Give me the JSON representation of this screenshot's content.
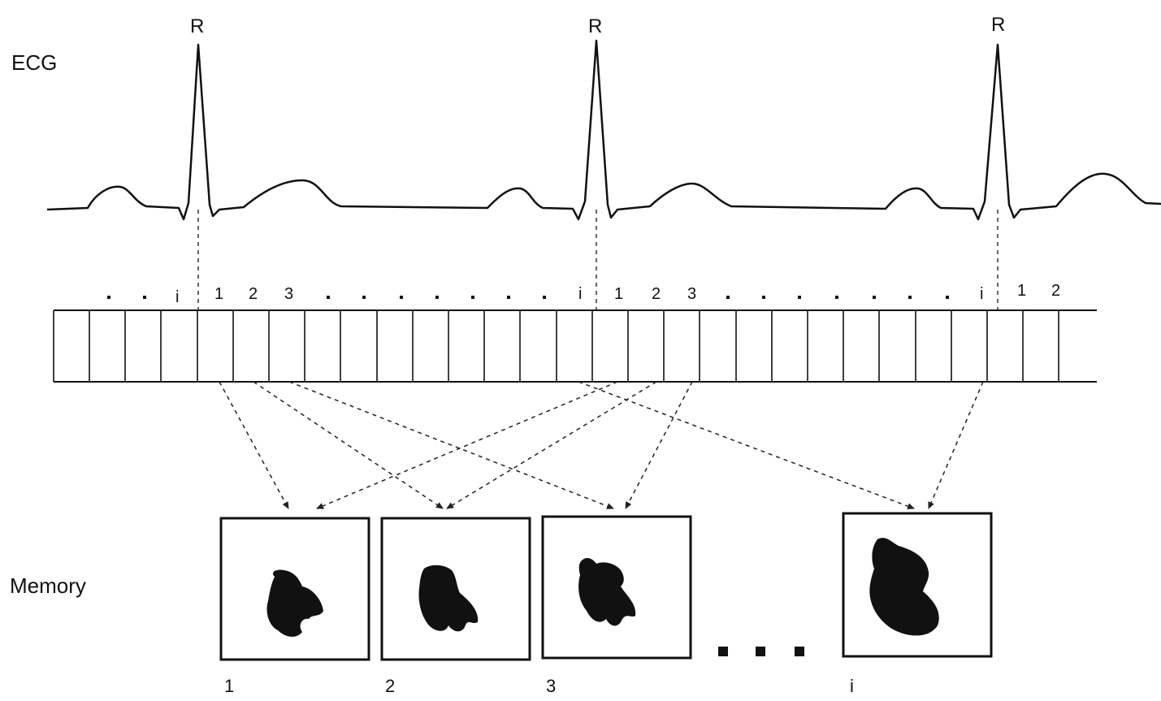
{
  "labels": {
    "ecg": "ECG",
    "memory": "Memory",
    "r_peak": "R"
  },
  "frame_labels_cycle1": [
    "i",
    "1",
    "2",
    "3"
  ],
  "frame_labels_cycle2": [
    "i",
    "1",
    "2",
    "3"
  ],
  "frame_labels_cycle3": [
    "i",
    "1",
    "2"
  ],
  "memory_buffers": [
    {
      "label": "1"
    },
    {
      "label": "2"
    },
    {
      "label": "3"
    },
    {
      "label": "i"
    }
  ],
  "colors": {
    "line": "#111111",
    "dashed": "#333333",
    "background": "#ffffff"
  }
}
